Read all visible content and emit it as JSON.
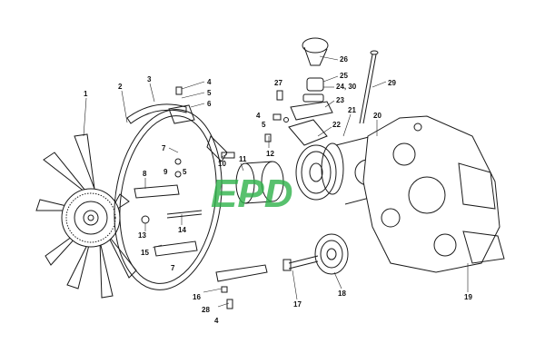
{
  "watermark": {
    "text": "EPD",
    "color": "#2fb24a"
  },
  "callouts": [
    "1",
    "2",
    "3",
    "4",
    "5",
    "6",
    "7",
    "8",
    "9",
    "5",
    "10",
    "11",
    "12",
    "13",
    "14",
    "15",
    "7",
    "16",
    "28",
    "4",
    "17",
    "18",
    "19",
    "20",
    "21",
    "22",
    "23",
    "24, 30",
    "25",
    "26",
    "27",
    "5",
    "4",
    "29"
  ],
  "colors": {
    "line": "#1a1a1a",
    "background": "#ffffff"
  }
}
